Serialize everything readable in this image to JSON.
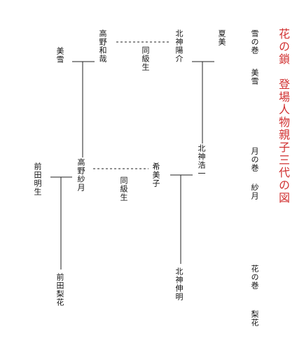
{
  "title": "花の鎖　登場人物親子三代の図",
  "volumes": {
    "yuki": {
      "label": "雪の巻",
      "name": "美雪"
    },
    "tsuki": {
      "label": "月の巻",
      "name": "紗月"
    },
    "hana": {
      "label": "花の巻",
      "name": "梨花"
    }
  },
  "people": {
    "kitagami_yosuke": "北神陽介",
    "natsumi": "夏美",
    "takano_kazuya": "高野和哉",
    "miyuki": "美雪",
    "kitagami_koichi": "北神浩一",
    "kimiko": "希美子",
    "takano_satsuki": "高野紗月",
    "maeda_akio": "前田明生",
    "kitagami_nobuaki": "北神伸明",
    "maeda_rika": "前田梨花"
  },
  "relations": {
    "classmates_top": "同級生",
    "classmates_mid": "同級生"
  }
}
